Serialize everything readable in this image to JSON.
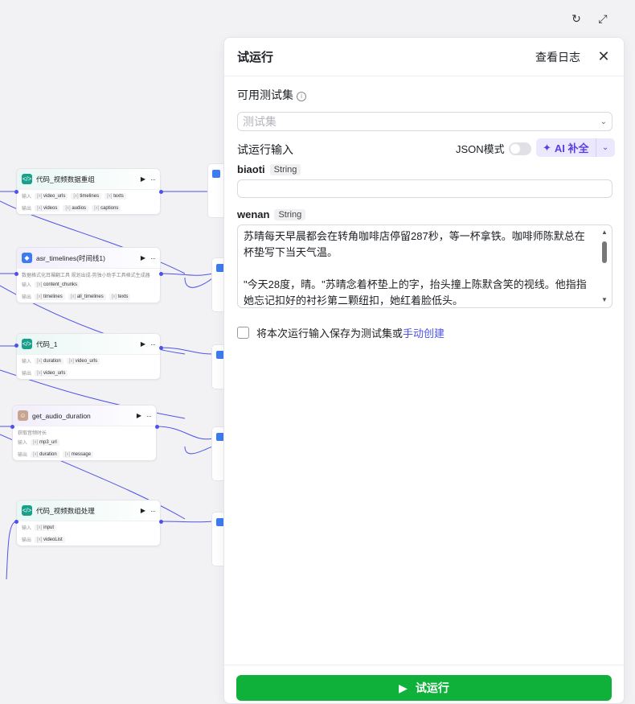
{
  "canvas": {
    "nodes": [
      {
        "title": "代码_视频数据重组",
        "inputs_label": "输入",
        "inputs": [
          "video_urls",
          "timelines",
          "texts"
        ],
        "outputs_label": "输出",
        "outputs": [
          "videos",
          "audios",
          "captions"
        ]
      },
      {
        "title": "asr_timelines(时间线1)",
        "desc": "数据格式化耳裸翻工具 规划出成-剪独小助手工具格式生成器",
        "inputs_label": "输入",
        "inputs": [
          "content_chunks"
        ],
        "outputs_label": "输出",
        "outputs": [
          "timelines",
          "all_timelines",
          "texts"
        ]
      },
      {
        "title": "代码_1",
        "inputs_label": "输入",
        "inputs": [
          "duration",
          "video_urls"
        ],
        "outputs_label": "输出",
        "outputs": [
          "video_urls"
        ]
      },
      {
        "title": "get_audio_duration",
        "desc": "获取音频时长",
        "inputs_label": "输入",
        "inputs": [
          "mp3_url"
        ],
        "outputs_label": "输出",
        "outputs": [
          "duration",
          "message"
        ]
      },
      {
        "title": "代码_视频数组处理",
        "inputs_label": "输入",
        "inputs": [
          "input"
        ],
        "outputs_label": "输出",
        "outputs": [
          "videoList"
        ]
      }
    ]
  },
  "panel": {
    "title": "试运行",
    "log_link": "查看日志",
    "testset_section": "可用测试集",
    "testset_placeholder": "测试集",
    "run_input_section": "试运行输入",
    "json_mode_label": "JSON模式",
    "ai_button_label": "AI 补全",
    "fields": [
      {
        "name": "biaoti",
        "type": "String",
        "value": ""
      },
      {
        "name": "wenan",
        "type": "String",
        "value": "苏晴每天早晨都会在转角咖啡店停留287秒，等一杯拿铁。咖啡师陈默总在杯垫写下当天气温。\n\n\"今天28度，晴。\"苏晴念着杯垫上的字，抬头撞上陈默含笑的视线。他指指她忘记扣好的衬衫第二颗纽扣，她红着脸低头。"
      }
    ],
    "save_checkbox_label": "将本次运行输入保存为测试集或",
    "save_checkbox_link": "手动创建",
    "run_button_label": "试运行"
  },
  "colors": {
    "accent": "#4d53e8",
    "run_green": "#10b13b",
    "ai_purple": "#5a3fe0"
  },
  "icons": [
    "refresh-icon",
    "fullscreen-icon",
    "close-icon",
    "info-icon",
    "chevron-down-icon",
    "sparkle-icon",
    "play-icon"
  ]
}
